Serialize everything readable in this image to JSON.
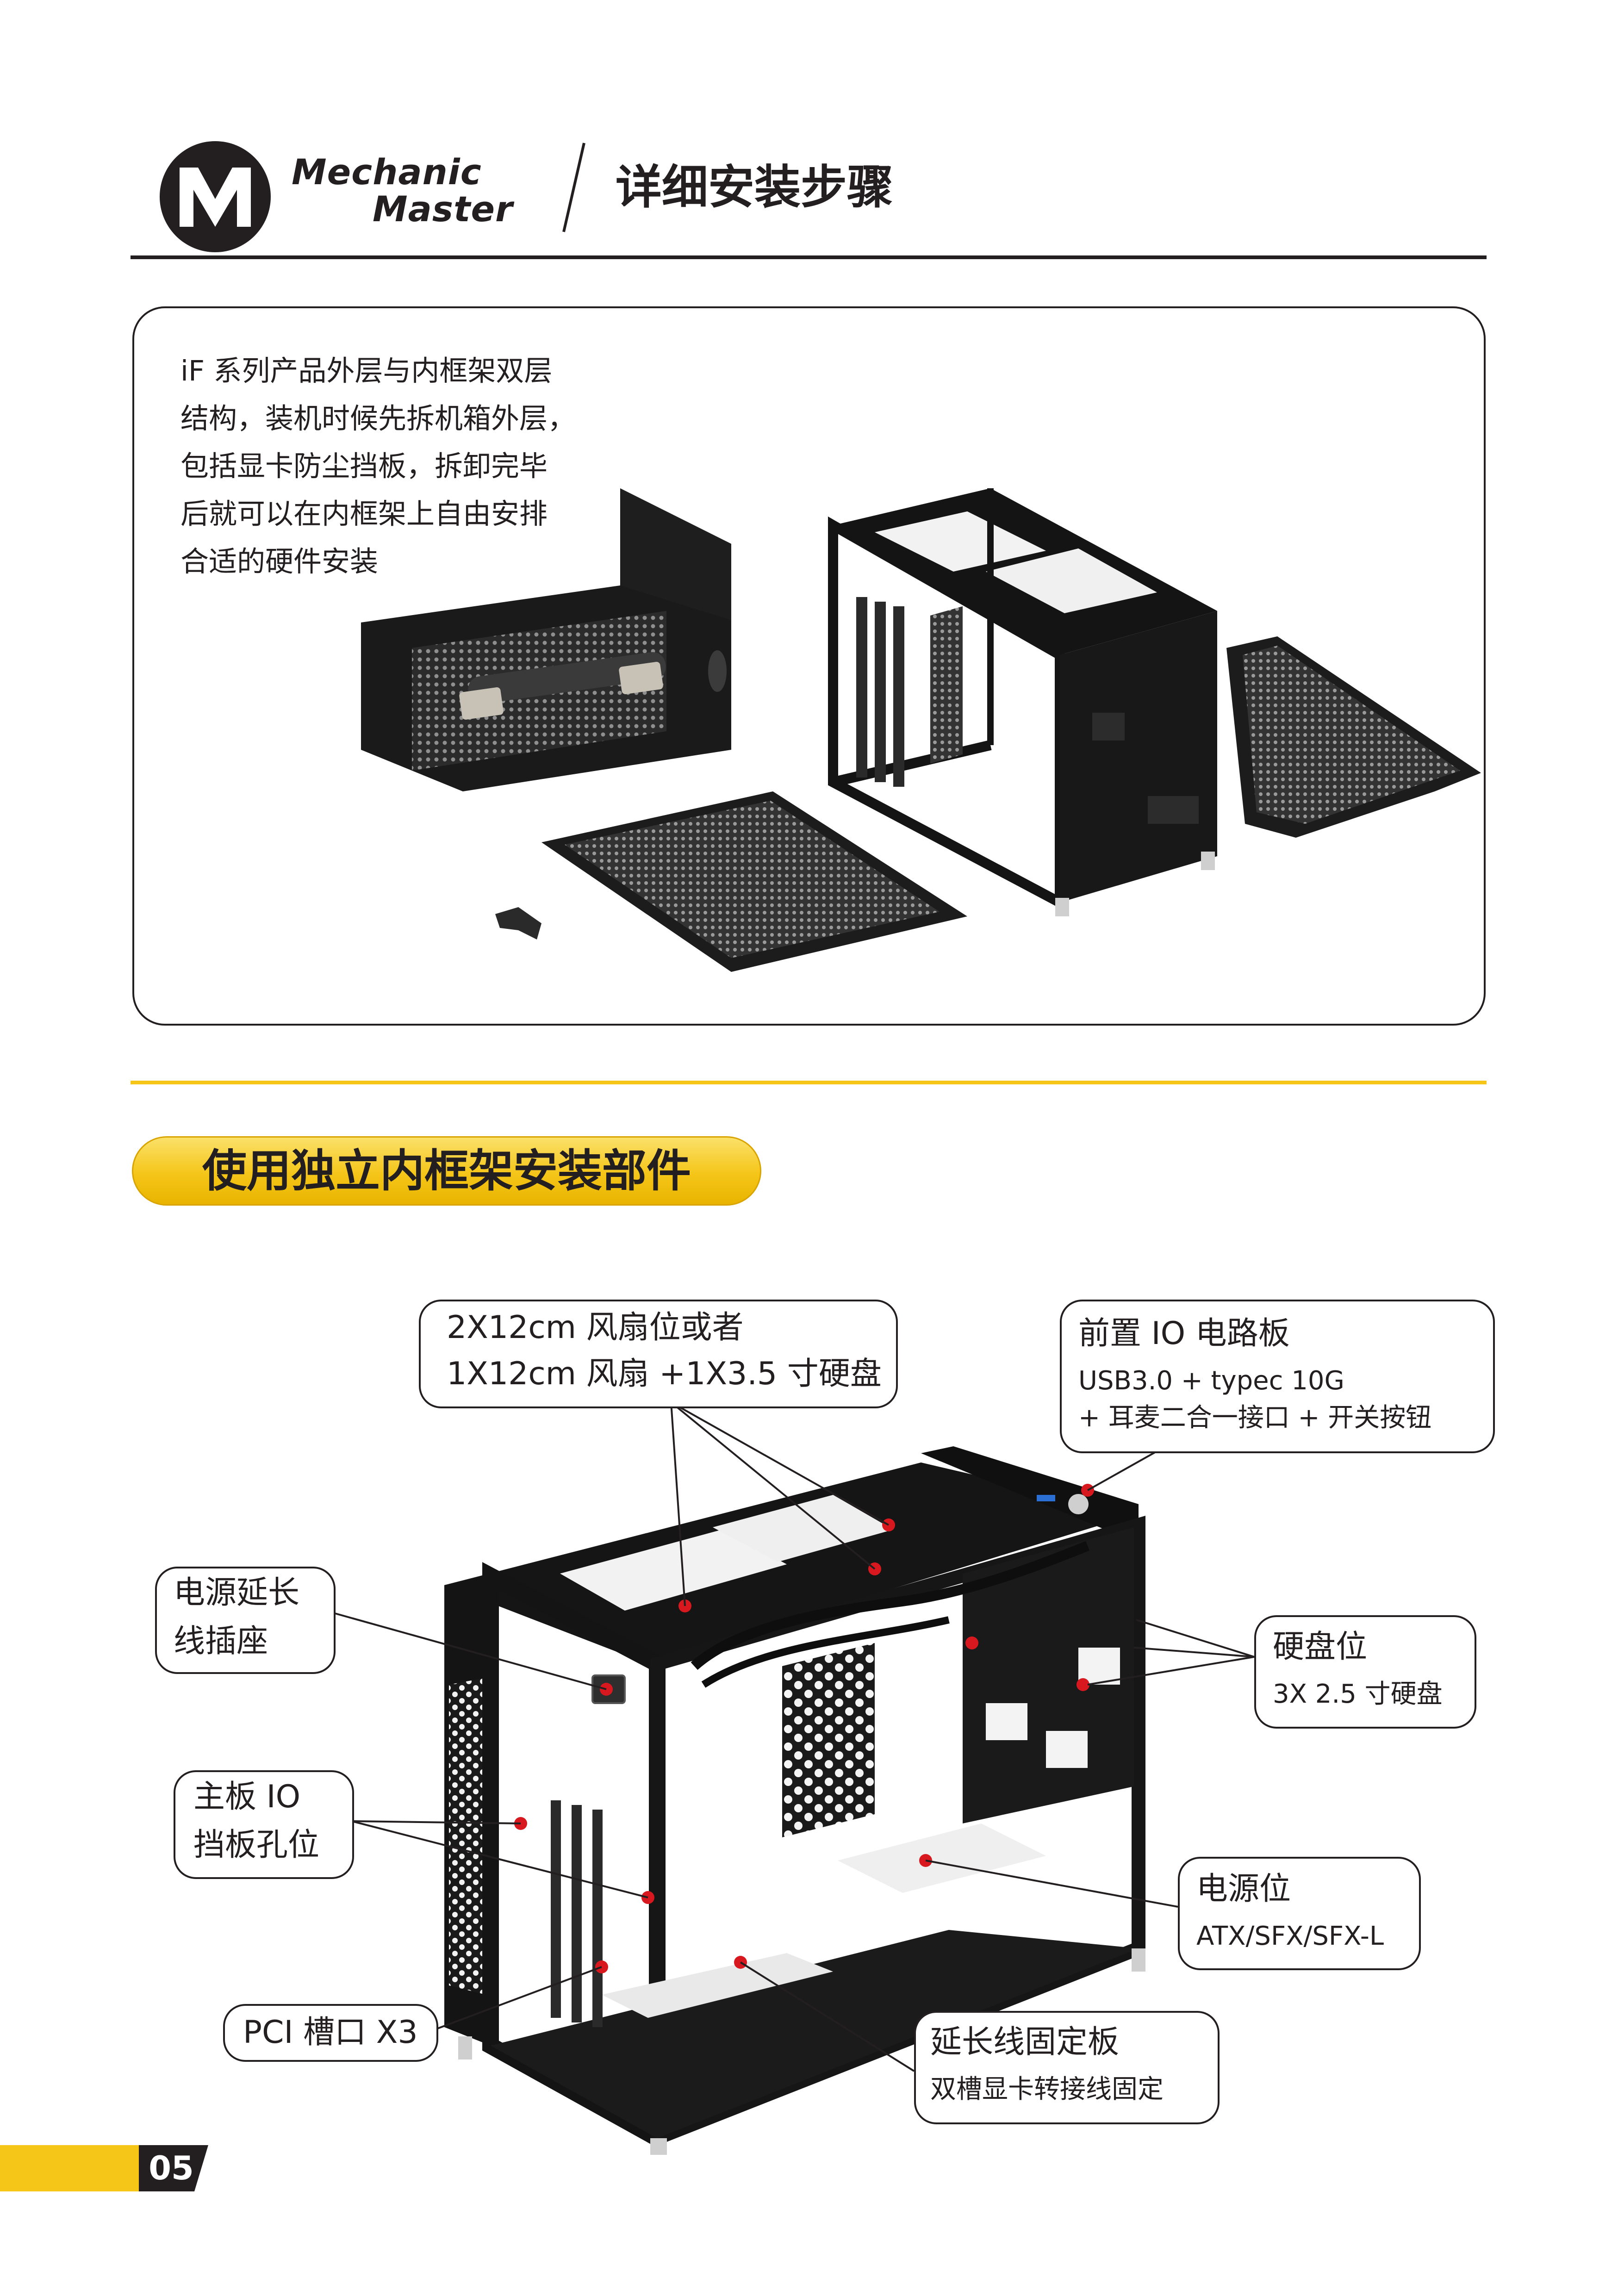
{
  "header": {
    "brand_line1": "Mechanic",
    "brand_line2": "Master",
    "title": "详细安装步骤"
  },
  "intro": {
    "lines": [
      "iF 系列产品外层与内框架双层",
      "结构，装机时候先拆机箱外层，",
      "包括显卡防尘挡板，拆卸完毕",
      "后就可以在内框架上自由安排",
      "合适的硬件安装"
    ]
  },
  "section": {
    "title": "使用独立内框架安装部件"
  },
  "callouts": {
    "fan": {
      "line1": "2X12cm 风扇位或者",
      "line2": "1X12cm 风扇 +1X3.5 寸硬盘"
    },
    "front_io": {
      "title": "前置 IO 电路板",
      "sub1": "USB3.0 + typec 10G",
      "sub2": "+ 耳麦二合一接口 + 开关按钮"
    },
    "power_ext": {
      "line1": "电源延长",
      "line2": "线插座"
    },
    "hdd": {
      "title": "硬盘位",
      "sub": "3X 2.5 寸硬盘"
    },
    "mb_io": {
      "line1": "主板 IO",
      "line2": "挡板孔位"
    },
    "psu": {
      "title": "电源位",
      "sub": "ATX/SFX/SFX-L"
    },
    "pci": {
      "label": "PCI 槽口 X3"
    },
    "ext_plate": {
      "title": "延长线固定板",
      "sub": "双槽显卡转接线固定"
    }
  },
  "page_number": "05",
  "colors": {
    "accent": "#f5c518",
    "ink": "#231f20",
    "frame": "#1a1a1a",
    "marker": "#d7191f"
  }
}
